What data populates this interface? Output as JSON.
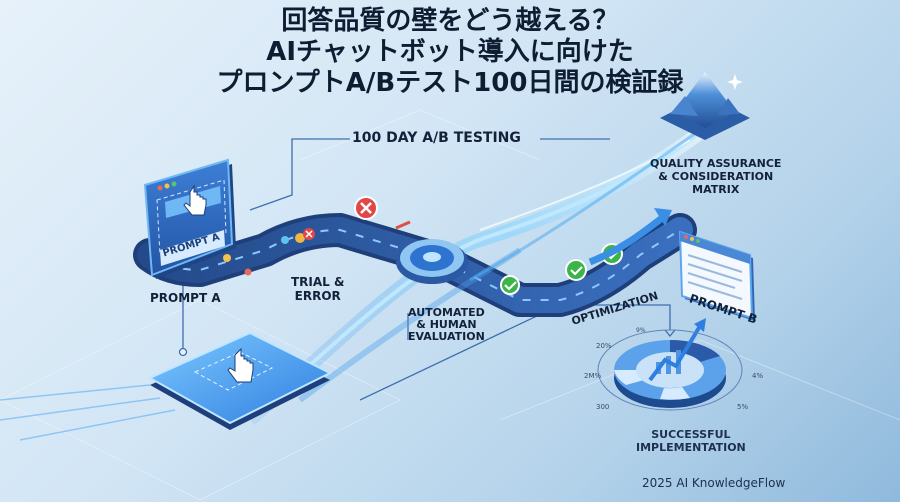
{
  "title": {
    "lines": [
      "回答品質の壁をどう越える？",
      "AIチャットボット導入に向けた",
      "プロンプトA/Bテスト100日間の検証録"
    ]
  },
  "labels": {
    "testing": "100 DAY A/B TESTING",
    "prompt_a_card": "PROMPT A",
    "prompt_a": "PROMPT A",
    "trial_error": [
      "TRIAL &",
      "ERROR"
    ],
    "evaluation": [
      "AUTOMATED",
      "& HUMAN",
      "EVALUATION"
    ],
    "optimization": "OPTIMIZATION",
    "prompt_b": "PROMPT B",
    "quality": [
      "QUALITY ASSURANCE",
      "& CONSIDERATION",
      "MATRIX"
    ],
    "success": [
      "SUCCESSFUL",
      "IMPLEMENTATION"
    ]
  },
  "chart_ticks": {
    "top": "9%",
    "left_top": "20%",
    "left_mid": "2M%",
    "left_bottom": "300",
    "right_mid": "4%",
    "right_bottom": "5%"
  },
  "footer": "2025 AI KnowledgeFlow",
  "colors": {
    "road": "#2b4f8f",
    "accent": "#3a8ee6",
    "glow": "#7fd3ff",
    "error": "#e04848",
    "success": "#3bb44a",
    "text": "#14213a"
  }
}
